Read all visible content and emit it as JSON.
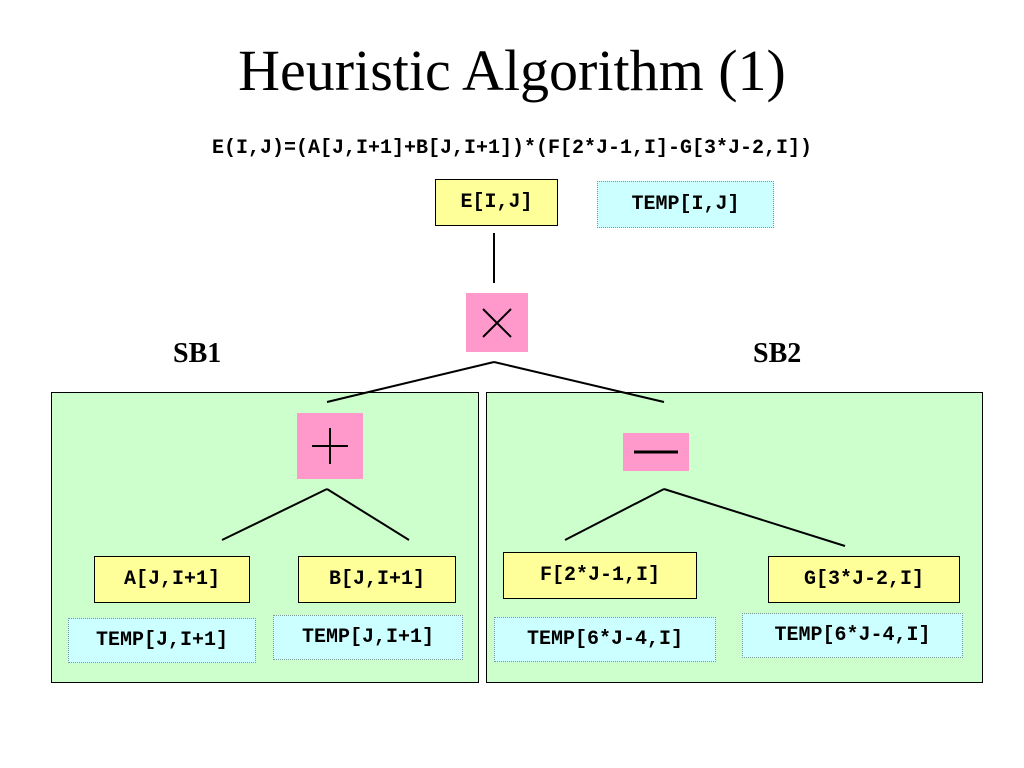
{
  "title": "Heuristic Algorithm (1)",
  "formula": "E(I,J)=(A[J,I+1]+B[J,I+1])*(F[2*J-1,I]-G[3*J-2,I])",
  "labels": {
    "sb1": "SB1",
    "sb2": "SB2"
  },
  "nodes": {
    "root": "E[I,J]",
    "root_temp": "TEMP[I,J]",
    "a": "A[J,I+1]",
    "a_temp": "TEMP[J,I+1]",
    "b": "B[J,I+1]",
    "b_temp": "TEMP[J,I+1]",
    "f": "F[2*J-1,I]",
    "f_temp": "TEMP[6*J-4,I]",
    "g": "G[3*J-2,I]",
    "g_temp": "TEMP[6*J-4,I]"
  },
  "operators": {
    "multiply": "multiply-icon",
    "plus": "plus-icon",
    "minus": "minus-icon"
  },
  "colors": {
    "panel": "#ccffcc",
    "node": "#ffff99",
    "temp": "#ccffff",
    "operator": "#ff99cc"
  }
}
